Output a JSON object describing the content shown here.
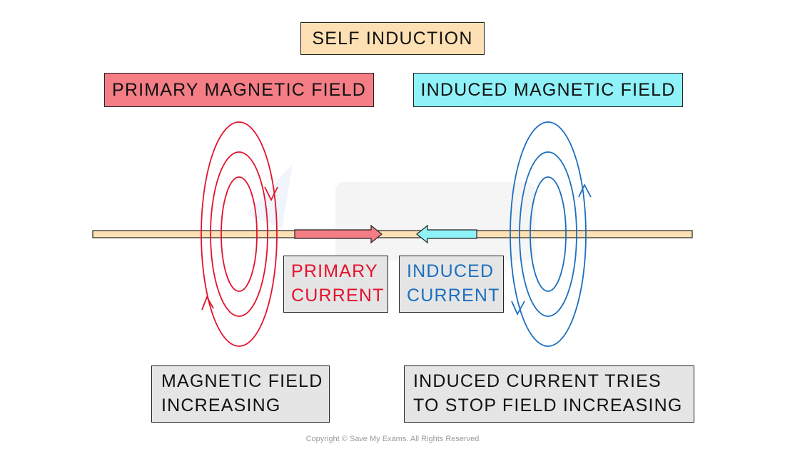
{
  "title": "SELF INDUCTION",
  "primary_field_label": "PRIMARY MAGNETIC FIELD",
  "induced_field_label": "INDUCED MAGNETIC FIELD",
  "primary_current": {
    "line1": "PRIMARY",
    "line2": "CURRENT"
  },
  "induced_current": {
    "line1": "INDUCED",
    "line2": "CURRENT"
  },
  "field_increasing": {
    "line1": "MAGNETIC FIELD",
    "line2": "INCREASING"
  },
  "induced_opposes": {
    "line1": "INDUCED CURRENT TRIES",
    "line2": "TO STOP FIELD INCREASING"
  },
  "copyright": "Copyright © Save My Exams. All Rights Reserved",
  "colors": {
    "primary": "#e3132d",
    "induced": "#1b6fbf",
    "primary_fill": "#f47d86",
    "induced_fill": "#8ff2f8",
    "wire": "#fde1b4",
    "title_fill": "#fde1b4",
    "note_fill": "#e5e5e5"
  }
}
